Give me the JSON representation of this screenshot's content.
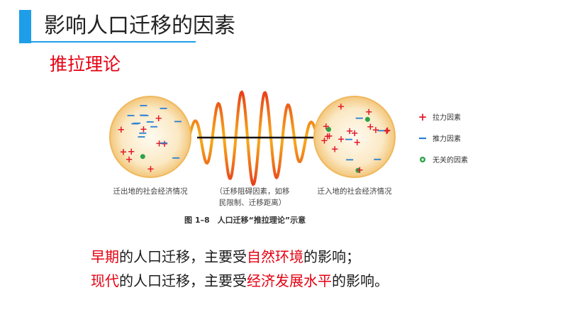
{
  "title": "影响人口迁移的因素",
  "subtitle": "推拉理论",
  "diagram": {
    "left_label": "迁出地的社会经济情况",
    "middle_label_line1": "（迁移阻碍因素，如移",
    "middle_label_line2": "民限制、迁移距离）",
    "right_label": "迁入地的社会经济情况",
    "figure_caption": "图 1–8　人口迁移“推拉理论”示意",
    "legend": [
      {
        "symbol": "+",
        "label": "拉力因素"
      },
      {
        "symbol": "−",
        "label": "推力因素"
      },
      {
        "symbol": "o",
        "label": "无关的因素"
      }
    ],
    "colors": {
      "plus": "#e41a2a",
      "minus": "#2a7fd4",
      "neutral": "#2ca34a",
      "wave": "#f5a000",
      "wave_dark": "#e03a12"
    }
  },
  "lines": [
    {
      "prefix": "早期",
      "middle": "的人口迁移，主要受",
      "highlight": "自然环境",
      "suffix": "的影响；"
    },
    {
      "prefix": "现代",
      "middle": "的人口迁移，主要受",
      "highlight": "经济发展水平",
      "suffix": "的影响。"
    }
  ]
}
